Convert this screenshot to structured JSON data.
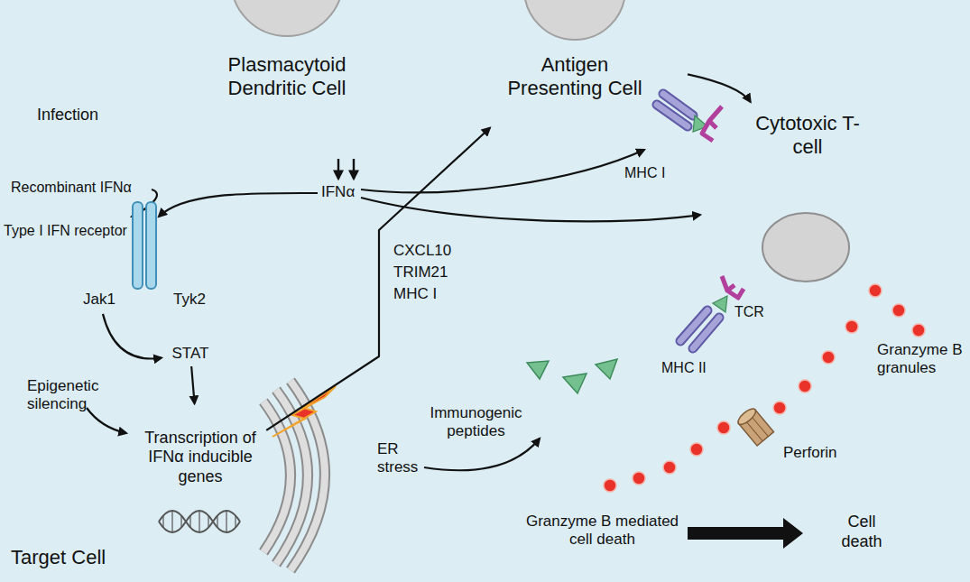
{
  "diagram": {
    "nodes": [
      {
        "text": [
          "Plasmacytoid Dendritic Cell"
        ]
      },
      {
        "text": [
          "Infection"
        ]
      },
      {
        "text": [
          "Antigen Presenting Cell"
        ]
      },
      {
        "text": [
          "Cytotoxic T-cell"
        ]
      },
      {
        "text": [
          "Target Cell"
        ]
      },
      {
        "text": [
          "Jak1"
        ],
        "in": 4
      },
      {
        "text": [
          "Tyk2"
        ],
        "in": 4
      },
      {
        "text": [
          "STAT"
        ],
        "in": 4
      },
      {
        "text": [
          "Transcription of IFNα inducible genes"
        ],
        "in": 4
      },
      {
        "text": [
          "Cell death"
        ]
      }
    ],
    "edges": [
      {
        "from": 5,
        "to": 7,
        "arrow": "to"
      },
      {
        "from": 7,
        "to": 8,
        "arrow": "to"
      },
      {
        "from": 8,
        "to": 2,
        "arrow": "to"
      },
      {
        "from": 2,
        "to": 3,
        "arrow": "to"
      }
    ],
    "labels": [
      "Recombinant IFNα",
      "IFNα",
      "Type I IFN receptor",
      "Epigenetic silencing",
      "CXCL10 TRIM21 MHC I",
      "ER stress",
      "Immunogenic peptides",
      "MHC I",
      "TCR",
      "MHC II",
      "Granzyme B granules",
      "Perforin",
      "Granzyme B mediated cell death"
    ]
  }
}
